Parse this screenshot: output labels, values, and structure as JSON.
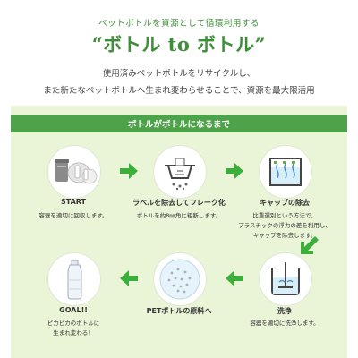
{
  "header": {
    "subtitle": "ペットボトルを資源として循環利用する",
    "title": "“ボトル to ボトル”",
    "description_line1": "使用済みペットボトルをリサイクルし、",
    "description_line2": "また新たなペットボトルへ生まれ変わらせることで、資源を最大限活用"
  },
  "panel": {
    "title": "ボトルがボトルになるまで"
  },
  "steps": [
    {
      "label": "START",
      "note": "容器を適切に回収します。",
      "icon": "recycling-bins-icon"
    },
    {
      "label": "ラベルを除去してフレーク化",
      "note": "ボトルを約8㎜角に粗断します。",
      "icon": "flake-grinder-icon"
    },
    {
      "label": "キャップの除去",
      "note_line1": "比重選別という方法で、",
      "note_line2": "プラスチックの浮力の差を利用し、",
      "note_line3": "キャップを除去します。",
      "icon": "flotation-tank-icon"
    },
    {
      "label": "洗浄",
      "note": "容器を適切に洗浄します。",
      "icon": "washing-tank-icon"
    },
    {
      "label": "PETボトルの原料へ",
      "icon": "pellet-dish-icon"
    },
    {
      "label": "GOAL!!",
      "note_line1": "ピカピカのボトルに",
      "note_line2": "生まれ変わる！",
      "icon": "pet-bottle-icon"
    }
  ],
  "colors": {
    "accent_green": "#4ea24a",
    "title_green": "#3f8f39",
    "panel_bg": "#eaf4d7",
    "arrow_green": "#3cae3a"
  }
}
